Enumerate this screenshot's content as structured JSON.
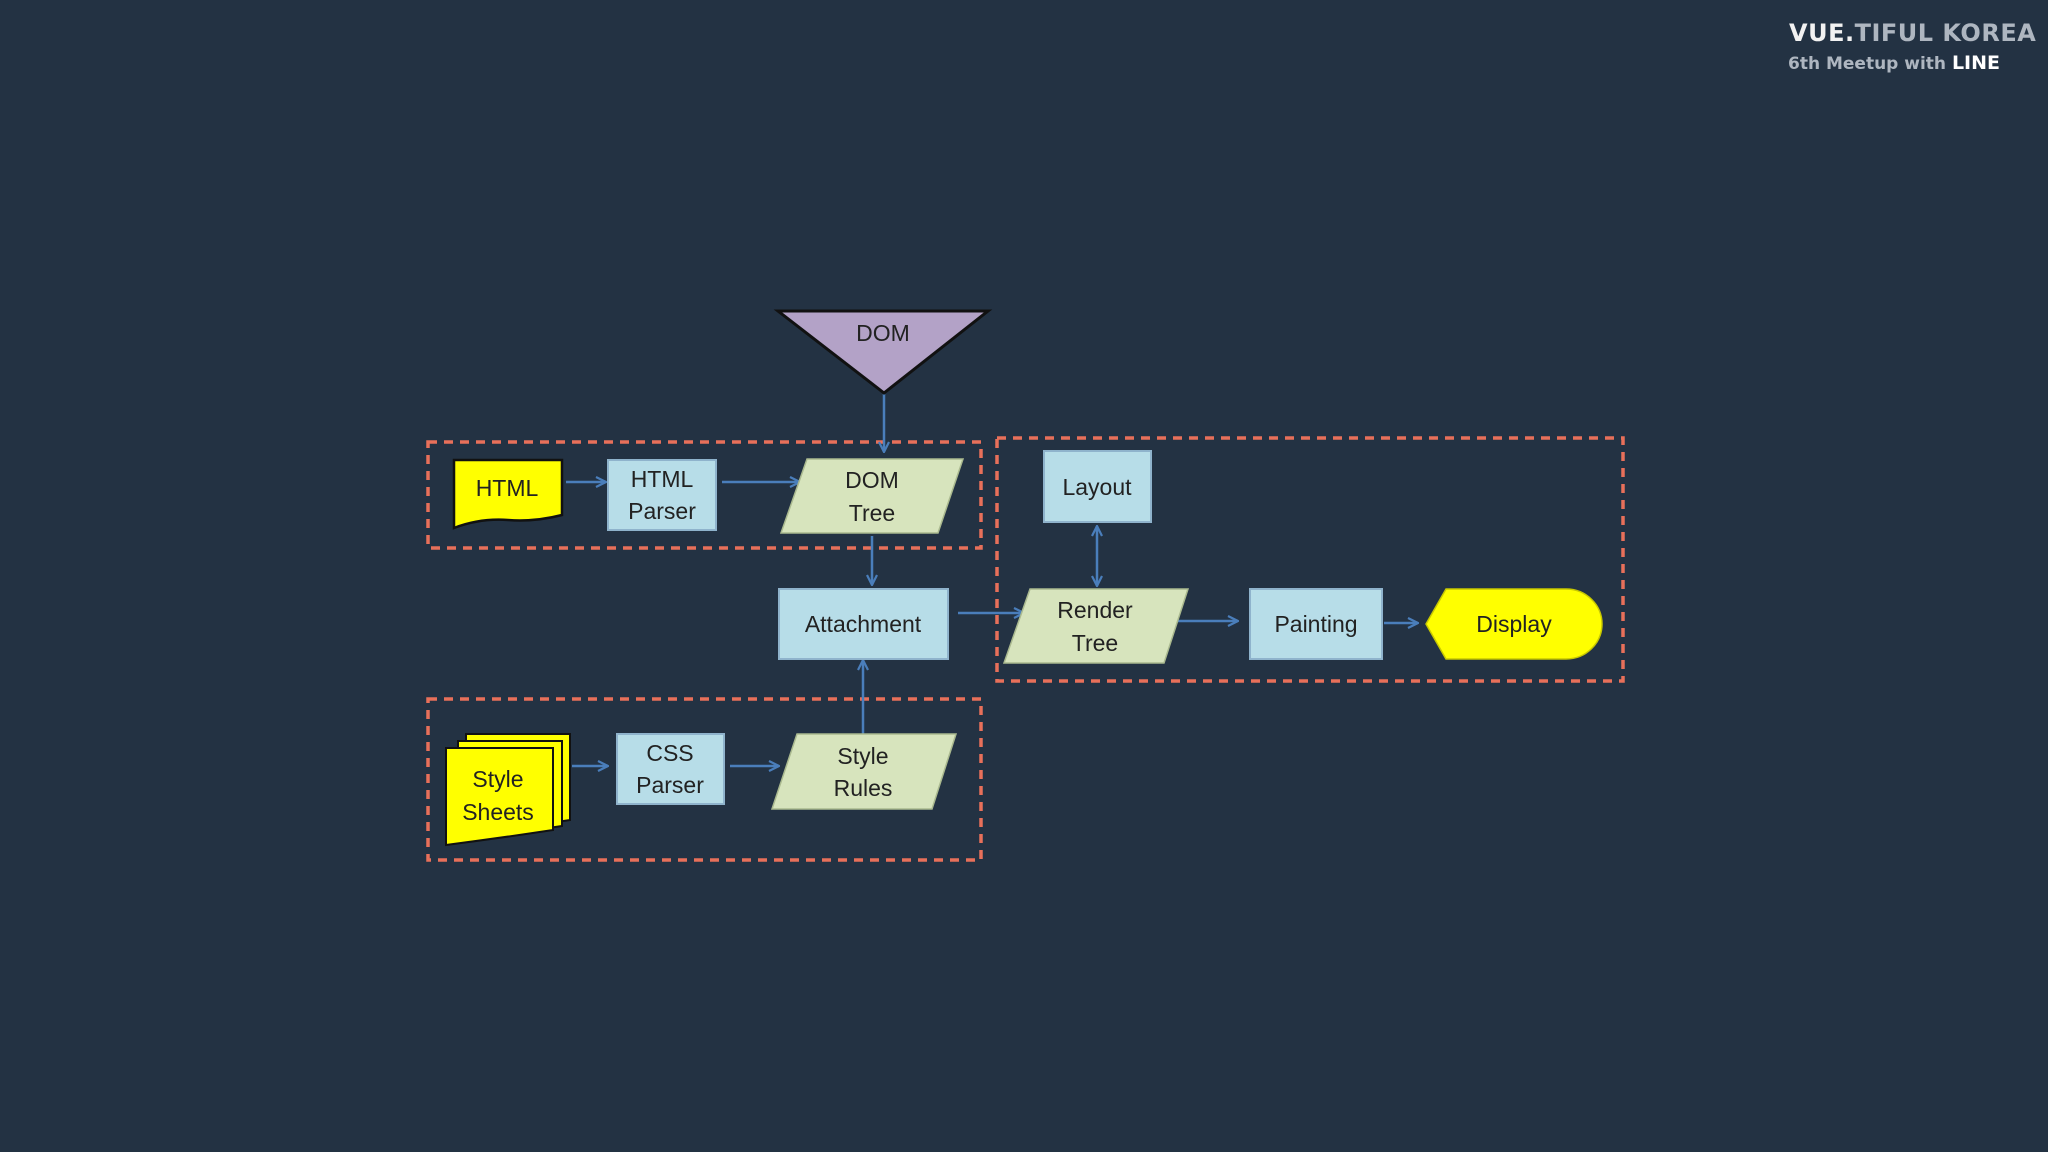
{
  "brand": {
    "title_bright": "VUE.",
    "title_dim": "TIFUL KOREA",
    "subtitle": "6th Meetup with ",
    "subtitle_emphasis": "LINE"
  },
  "diagram": {
    "nodes": {
      "dom": "DOM",
      "html": "HTML",
      "html_parser": [
        "HTML",
        "Parser"
      ],
      "dom_tree": [
        "DOM",
        "Tree"
      ],
      "attachment": "Attachment",
      "style_sheets": [
        "Style",
        "Sheets"
      ],
      "css_parser": [
        "CSS",
        "Parser"
      ],
      "style_rules": [
        "Style",
        "Rules"
      ],
      "layout": "Layout",
      "render_tree": [
        "Render",
        "Tree"
      ],
      "painting": "Painting",
      "display": "Display"
    },
    "colors": {
      "background": "#233243",
      "process_box": "#b7dde8",
      "data_shape": "#d7e4bd",
      "document_shape": "#ffff00",
      "dom_triangle": "#b3a2c7",
      "arrow": "#4a7ebb",
      "group_border": "#e8705a"
    }
  }
}
